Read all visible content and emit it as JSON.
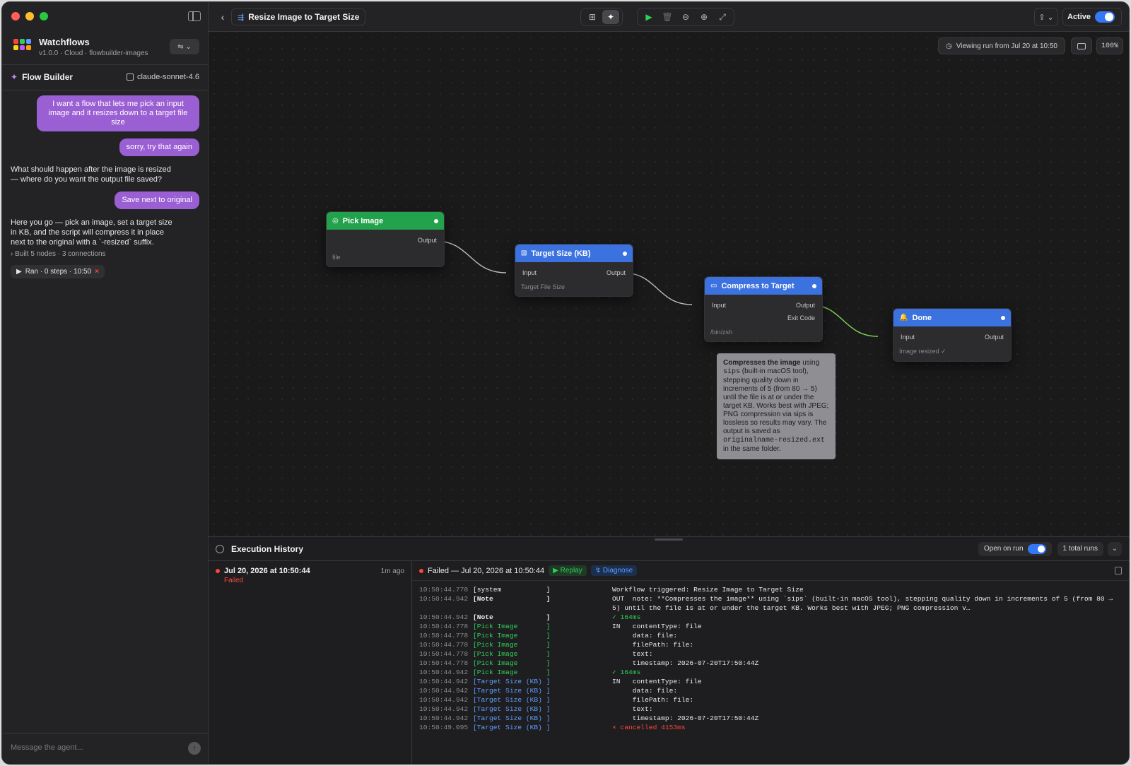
{
  "app": {
    "name": "Watchflows",
    "subtitle": "v1.0.0 · Cloud · flowbuilder-images",
    "menu_glyph": "⇋ ⌄"
  },
  "flow_builder": {
    "title": "Flow Builder",
    "model": "claude-sonnet-4.6",
    "messages": {
      "user1": "I want a flow that lets me pick an input image and it resizes down to a target file size",
      "user2": "sorry, try that again",
      "agent1": "What should happen after the image is resized — where do you want the output file saved?",
      "user3": "Save next to original",
      "agent2": "Here you go — pick an image, set a target size in KB, and the script will compress it in place next to the original with a `-resized` suffix.",
      "built": "Built 5 nodes · 3 connections",
      "run_chip": "Ran · 0 steps · 10:50"
    },
    "input_placeholder": "Message the agent..."
  },
  "topbar": {
    "workflow_title": "Resize Image to Target Size",
    "active_label": "Active"
  },
  "canvas": {
    "viewing": "Viewing run from Jul 20 at 10:50",
    "zoom": "100%",
    "nodes": {
      "pick": {
        "title": "Pick Image",
        "output": "Output",
        "foot": "file"
      },
      "target": {
        "title": "Target Size (KB)",
        "input": "Input",
        "output": "Output",
        "foot": "Target File Size"
      },
      "compress": {
        "title": "Compress to Target",
        "input": "Input",
        "output": "Output",
        "exit": "Exit Code",
        "foot": "/bin/zsh"
      },
      "done": {
        "title": "Done",
        "input": "Input",
        "output": "Output",
        "foot": "Image resized ✓"
      }
    },
    "tooltip": {
      "bold": "Compresses the image",
      "t1": " using ",
      "c1": "sips",
      "t2": " (built-in macOS tool), stepping quality down in increments of 5 (from 80 → 5) until the file is at or under the target KB. Works best with JPEG; PNG compression via sips is lossless so results may vary. The output is saved as ",
      "c2": "originalname-resized.ext",
      "t3": " in the same folder."
    }
  },
  "execution": {
    "title": "Execution History",
    "open_on_run": "Open on run",
    "total_runs": "1 total runs",
    "run": {
      "date": "Jul 20, 2026 at 10:50:44",
      "status": "Failed",
      "ago": "1m ago"
    },
    "log_title": "Failed — Jul 20, 2026 at 10:50:44",
    "replay": "Replay",
    "diagnose": "Diagnose",
    "logs": [
      {
        "ts": "10:50:44.778",
        "src": "[system           ]",
        "kind": "system",
        "msg": "Workflow triggered: Resize Image to Target Size"
      },
      {
        "ts": "10:50:44.942",
        "src": "[Note             ]",
        "kind": "note",
        "msg": "OUT  note: **Compresses the image** using `sips` (built-in macOS tool), stepping quality down in increments of 5 (from 80 → 5) until the file is at or under the target KB. Works best with JPEG; PNG compression v…"
      },
      {
        "ts": "10:50:44.942",
        "src": "[Note             ]",
        "kind": "note",
        "msg": "✓ 164ms",
        "style": "ok"
      },
      {
        "ts": "10:50:44.778",
        "src": "[Pick Image       ]",
        "kind": "pick",
        "msg": "IN   contentType: file"
      },
      {
        "ts": "10:50:44.778",
        "src": "[Pick Image       ]",
        "kind": "pick",
        "msg": "     data: file:"
      },
      {
        "ts": "10:50:44.778",
        "src": "[Pick Image       ]",
        "kind": "pick",
        "msg": "     filePath: file:"
      },
      {
        "ts": "10:50:44.778",
        "src": "[Pick Image       ]",
        "kind": "pick",
        "msg": "     text:"
      },
      {
        "ts": "10:50:44.778",
        "src": "[Pick Image       ]",
        "kind": "pick",
        "msg": "     timestamp: 2026-07-20T17:50:44Z"
      },
      {
        "ts": "10:50:44.942",
        "src": "[Pick Image       ]",
        "kind": "pick",
        "msg": "✓ 164ms",
        "style": "ok"
      },
      {
        "ts": "10:50:44.942",
        "src": "[Target Size (KB) ]",
        "kind": "target",
        "msg": "IN   contentType: file"
      },
      {
        "ts": "10:50:44.942",
        "src": "[Target Size (KB) ]",
        "kind": "target",
        "msg": "     data: file:"
      },
      {
        "ts": "10:50:44.942",
        "src": "[Target Size (KB) ]",
        "kind": "target",
        "msg": "     filePath: file:"
      },
      {
        "ts": "10:50:44.942",
        "src": "[Target Size (KB) ]",
        "kind": "target",
        "msg": "     text:"
      },
      {
        "ts": "10:50:44.942",
        "src": "[Target Size (KB) ]",
        "kind": "target",
        "msg": "     timestamp: 2026-07-20T17:50:44Z"
      },
      {
        "ts": "10:50:49.095",
        "src": "[Target Size (KB) ]",
        "kind": "target",
        "msg": "× cancelled 4153ms",
        "style": "err"
      }
    ]
  },
  "colors": {
    "accent_purple": "#9b5fd4",
    "node_green": "#23a24d",
    "node_blue": "#3b72e0",
    "success": "#30d158",
    "error": "#ff453a"
  }
}
